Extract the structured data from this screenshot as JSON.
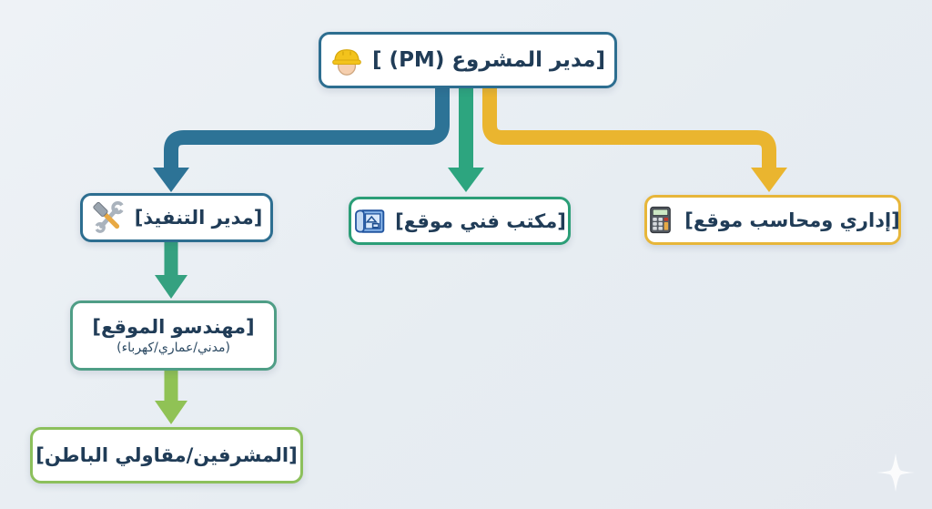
{
  "colors": {
    "background": "#e9eef3",
    "node_fill": "#ffffff",
    "text": "#203c57",
    "sparkle": "#ffffff"
  },
  "nodes": {
    "pm": {
      "label": "[مدير المشروع (PM) ]",
      "icon": "worker-helmet",
      "border": "#2d6e90"
    },
    "exec": {
      "label": "[مدير التنفيذ]",
      "icon": "hammer-wrench",
      "border": "#2d6e90"
    },
    "office": {
      "label": "[مكتب فني موقع]",
      "icon": "blueprint",
      "border": "#2b9e77"
    },
    "admin": {
      "label": "[إداري ومحاسب موقع]",
      "icon": "calculator",
      "border": "#e7b63a"
    },
    "engineers": {
      "label": "[مهندسو الموقع]",
      "sublabel": "(مدني/عماري/كهرباء)",
      "border": "#4f9e86"
    },
    "supervisors": {
      "label": "[المشرفين/مقاولي الباطن]",
      "border": "#8cc05c"
    }
  },
  "connectors": {
    "pm_to_exec": {
      "color": "#2d7396"
    },
    "pm_to_office": {
      "color": "#2da57f"
    },
    "pm_to_admin": {
      "color": "#eab52f"
    },
    "exec_to_engineers": {
      "color": "#35a180"
    },
    "engineers_to_supervisors": {
      "color": "#90c255"
    }
  }
}
